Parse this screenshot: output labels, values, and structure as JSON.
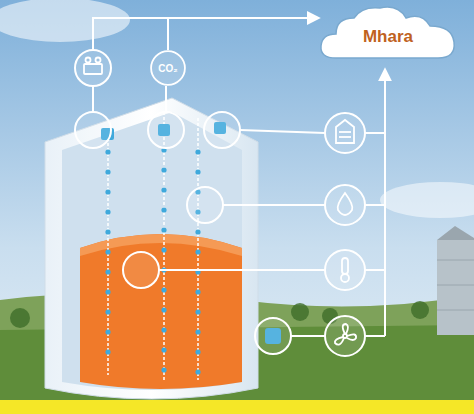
{
  "diagram": {
    "nodes": [
      {
        "text": [
          "Mhara"
        ]
      },
      {
        "text": [
          "CO₂"
        ]
      }
    ],
    "edges": [
      {
        "from": 1,
        "to": 0,
        "arrow": "to"
      }
    ]
  }
}
